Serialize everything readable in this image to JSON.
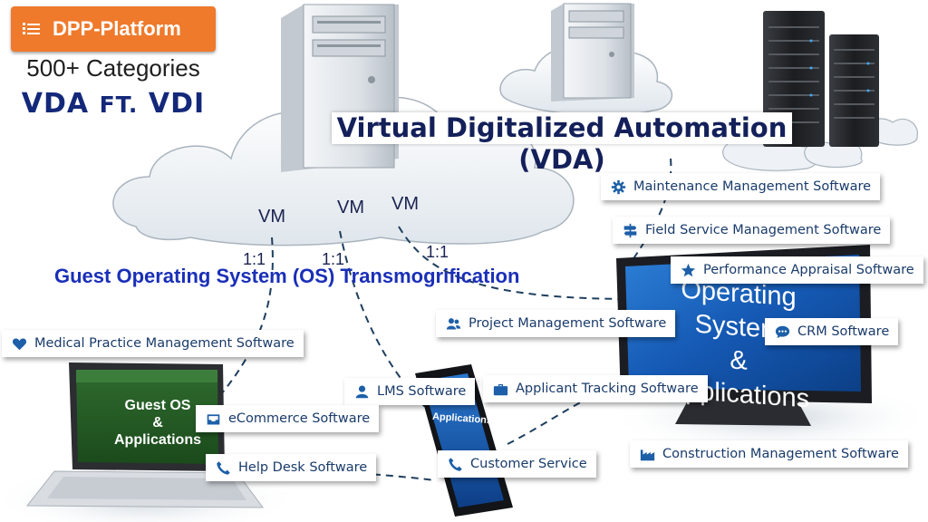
{
  "brand": {
    "button_label": "DPP-Platform",
    "categories": "500+ Categories",
    "vda_a": "VDA",
    "vda_ft": "FT.",
    "vda_b": "VDI"
  },
  "headline": {
    "line1": "Virtual Digitalized Automation",
    "line2": "(VDA)"
  },
  "subtitle": "Guest Operating System (OS) Transmogrification",
  "vm_labels": [
    "VM",
    "VM",
    "VM"
  ],
  "ratio_labels": [
    "1:1",
    "1:1",
    "1:1"
  ],
  "screens": {
    "monitor_line1": "Operating System",
    "monitor_line2": "&",
    "monitor_line3": "Applications",
    "laptop_line1": "Guest OS",
    "laptop_line2": "&",
    "laptop_line3": "Applications",
    "tablet": "Applications"
  },
  "software": [
    {
      "label": "Maintenance Management Software",
      "icon": "gear-icon"
    },
    {
      "label": "Field Service Management Software",
      "icon": "signpost-icon"
    },
    {
      "label": "Performance Appraisal Software",
      "icon": "star-icon"
    },
    {
      "label": "Project Management Software",
      "icon": "users-icon"
    },
    {
      "label": "CRM Software",
      "icon": "chat-icon"
    },
    {
      "label": "Medical Practice Management Software",
      "icon": "heart-icon"
    },
    {
      "label": "LMS Software",
      "icon": "user-icon"
    },
    {
      "label": "Applicant Tracking Software",
      "icon": "briefcase-icon"
    },
    {
      "label": "eCommerce Software",
      "icon": "inbox-icon"
    },
    {
      "label": "Construction Management Software",
      "icon": "factory-icon"
    },
    {
      "label": "Help Desk Software",
      "icon": "phone-icon"
    },
    {
      "label": "Customer Service",
      "icon": "phone-icon"
    }
  ],
  "colors": {
    "brand_orange": "#ef7a2c",
    "title_navy": "#14205a",
    "subtitle_blue": "#1a2fb8",
    "card_text": "#1a3b6b",
    "icon_blue": "#1d5fa8"
  }
}
